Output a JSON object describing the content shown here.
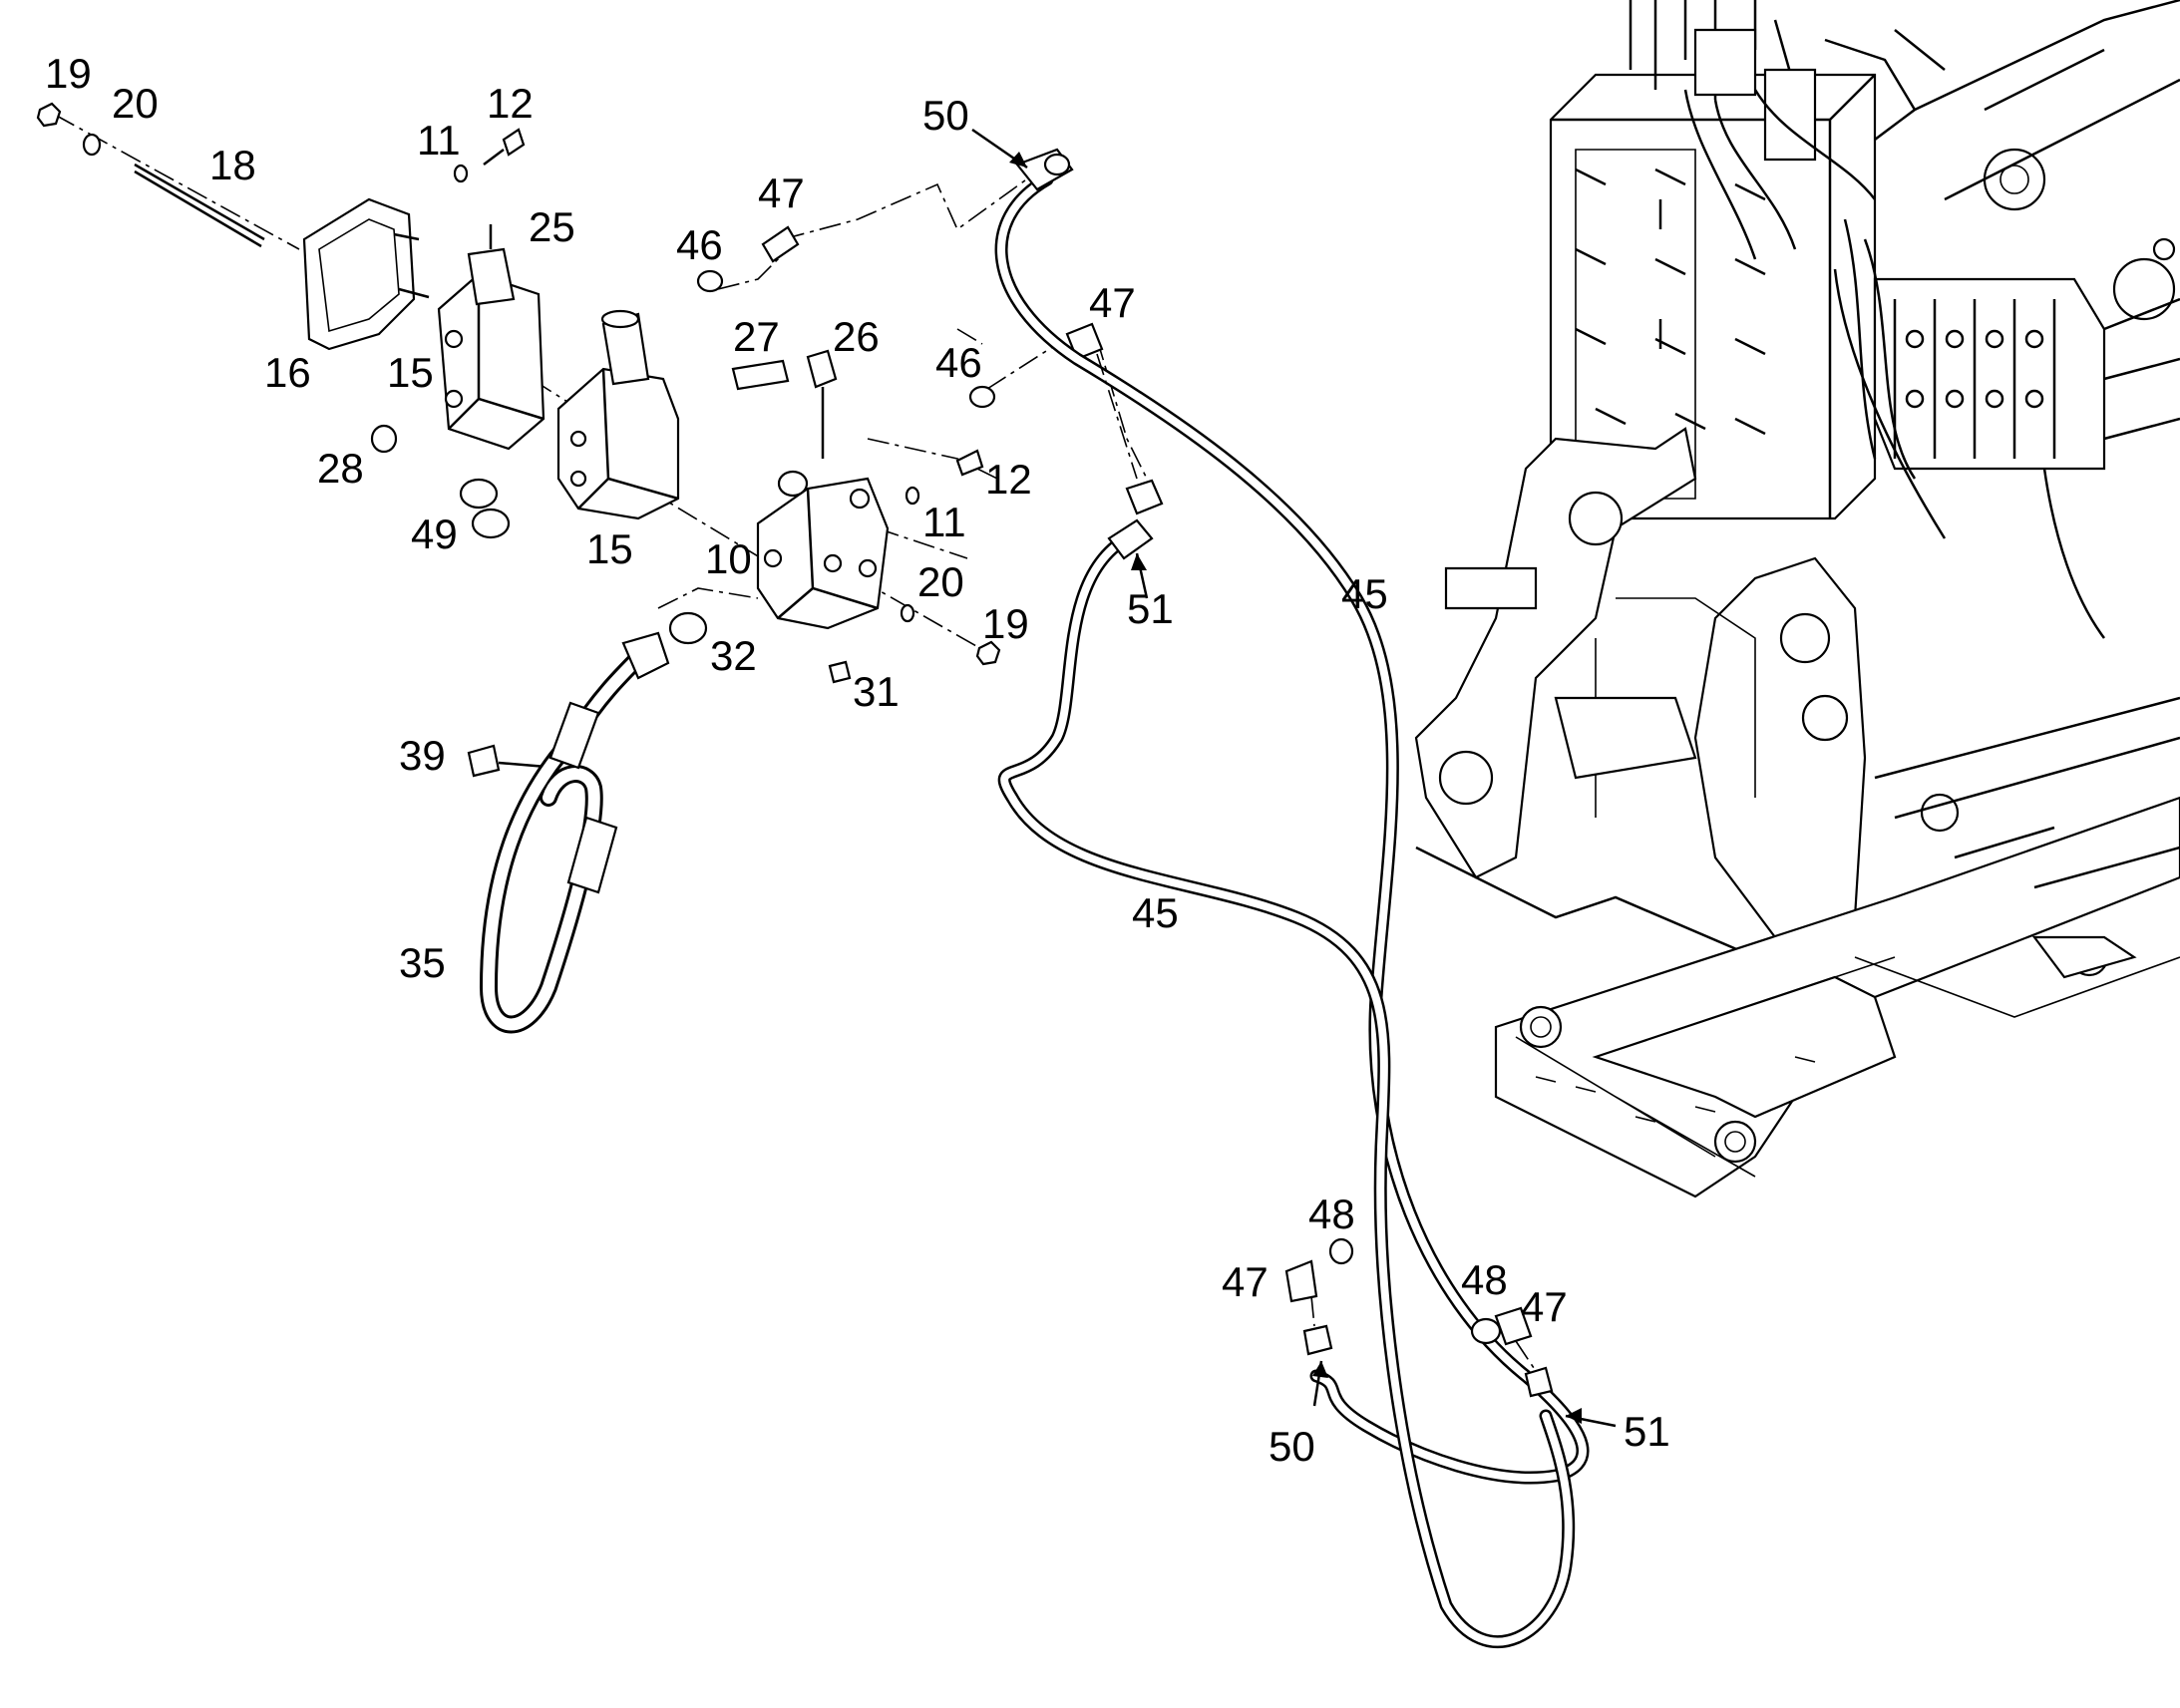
{
  "callouts": {
    "c19a": "19",
    "c20a": "20",
    "c12a": "12",
    "c11a": "11",
    "c18": "18",
    "c25": "25",
    "c16": "16",
    "c15a": "15",
    "c28": "28",
    "c49": "49",
    "c15b": "15",
    "c46a": "46",
    "c47a": "47",
    "c50a": "50",
    "c27": "27",
    "c26": "26",
    "c46b": "46",
    "c47b": "47",
    "c12b": "12",
    "c11b": "11",
    "c10": "10",
    "c20b": "20",
    "c19b": "19",
    "c32": "32",
    "c31": "31",
    "c39": "39",
    "c35": "35",
    "c51a": "51",
    "c45a": "45",
    "c45b": "45",
    "c48a": "48",
    "c47c": "47",
    "c48b": "48",
    "c47d": "47",
    "c50b": "50",
    "c51b": "51"
  }
}
